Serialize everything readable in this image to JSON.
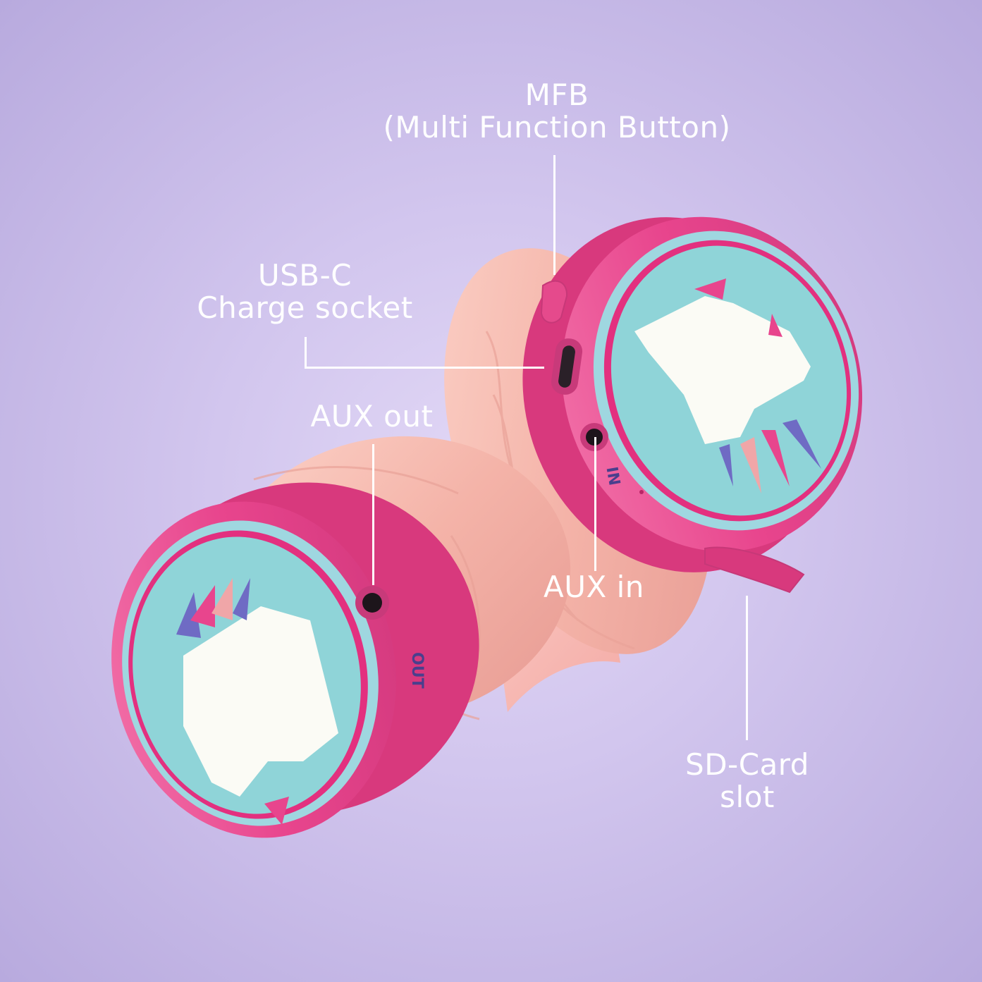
{
  "callouts": {
    "mfb": {
      "line1": "MFB",
      "line2": "(Multi Function Button)"
    },
    "usbc": {
      "line1": "USB-C",
      "line2": "Charge socket"
    },
    "aux_out": {
      "label": "AUX out"
    },
    "aux_in": {
      "label": "AUX in"
    },
    "sd_card": {
      "line1": "SD-Card",
      "line2": "slot"
    }
  },
  "port_labels": {
    "in": "IN",
    "out": "OUT"
  },
  "colors": {
    "background": "#cfc3ec",
    "shell_pink": "#e8468f",
    "face_teal": "#86d3d6",
    "cushion_pink": "#f6b7ad",
    "callout_text": "#ffffff"
  }
}
